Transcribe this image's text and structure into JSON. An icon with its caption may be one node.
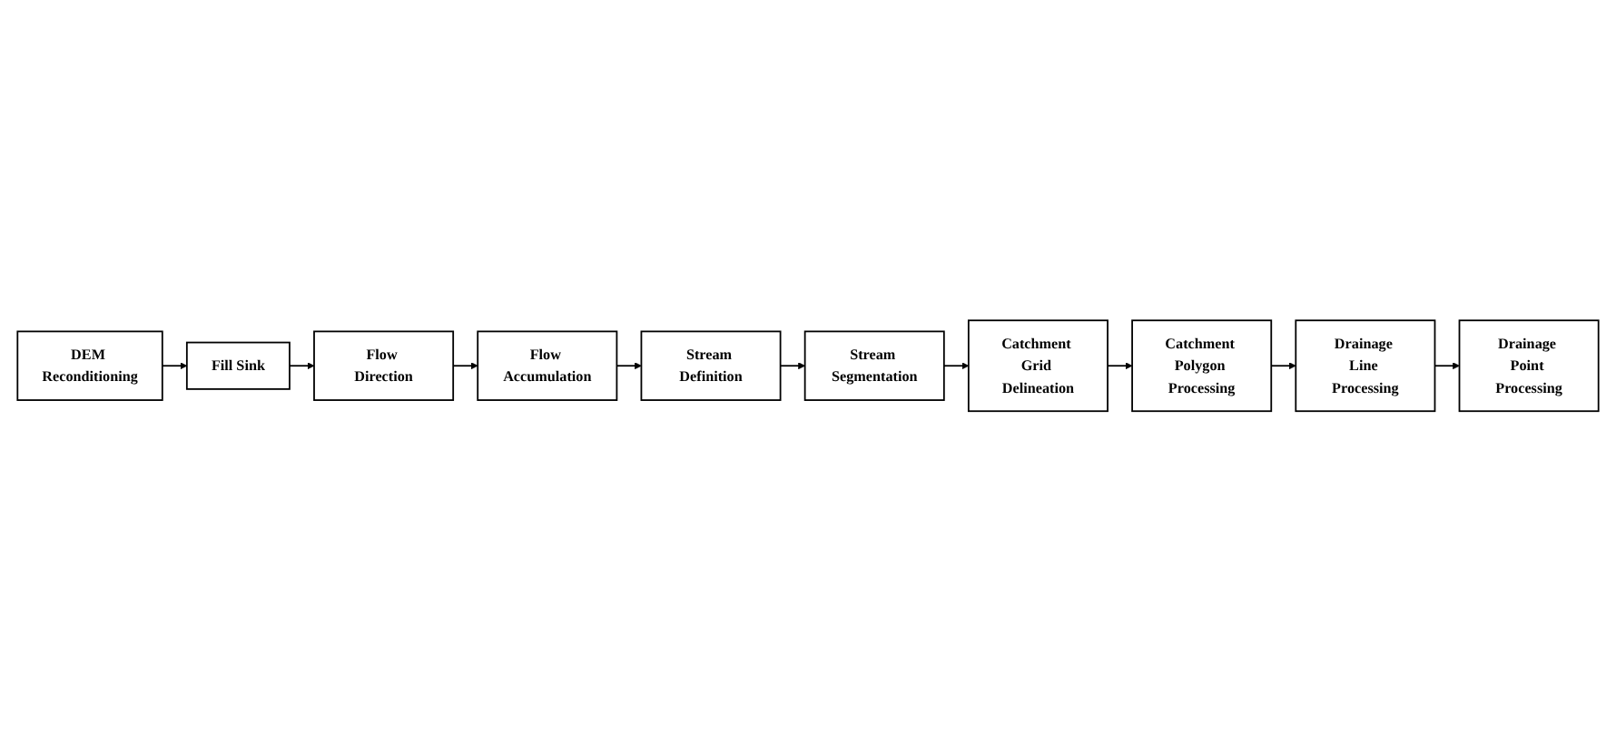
{
  "diagram": {
    "nodes": [
      {
        "text": [
          "DEM Reconditioning"
        ]
      },
      {
        "text": [
          "Fill Sink"
        ]
      },
      {
        "text": [
          "Flow Direction"
        ]
      },
      {
        "text": [
          "Flow Accumulation"
        ]
      },
      {
        "text": [
          "Catchment Polygon Processing"
        ]
      },
      {
        "text": [
          "Catchment Grid Delineation"
        ]
      },
      {
        "text": [
          "Stream Segmentation"
        ]
      },
      {
        "text": [
          "Stream Definition"
        ]
      },
      {
        "text": [
          "Drainage Line Processing"
        ]
      },
      {
        "text": [
          "Drainage Point Processing"
        ]
      }
    ],
    "edges": [
      {
        "from": 0,
        "to": 1,
        "arrow": "to"
      },
      {
        "from": 1,
        "to": 2,
        "arrow": "to"
      },
      {
        "from": 2,
        "to": 3,
        "arrow": "to"
      },
      {
        "from": 3,
        "to": 7,
        "arrow": "to"
      },
      {
        "from": 7,
        "to": 6,
        "arrow": "to"
      },
      {
        "from": 6,
        "to": 5,
        "arrow": "to"
      },
      {
        "from": 5,
        "to": 4,
        "arrow": "to"
      },
      {
        "from": 4,
        "to": 8,
        "arrow": "to"
      },
      {
        "from": 8,
        "to": 9,
        "arrow": "to"
      }
    ]
  }
}
